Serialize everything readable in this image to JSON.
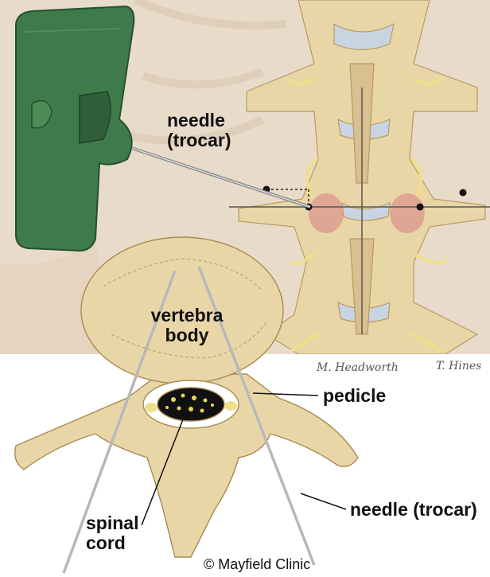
{
  "labels": {
    "needle_top_line1": "needle",
    "needle_top_line2": "(trocar)",
    "vertebra_line1": "vertebra",
    "vertebra_line2": "body",
    "pedicle": "pedicle",
    "needle_bottom": "needle (trocar)",
    "spinal_line1": "spinal",
    "spinal_line2": "cord"
  },
  "credit": "© Mayfield Clinic",
  "signatures": [
    "M. Headworth",
    "T. Hines"
  ],
  "colors": {
    "background_skin": "#ecdfcf",
    "bone": "#e9d6a7",
    "bone_shadow": "#c9ad75",
    "device_green": "#3f7a4b",
    "pedicle_target": "#d9958c",
    "nerve": "#f0df8a",
    "disc": "#c9d4e2"
  }
}
